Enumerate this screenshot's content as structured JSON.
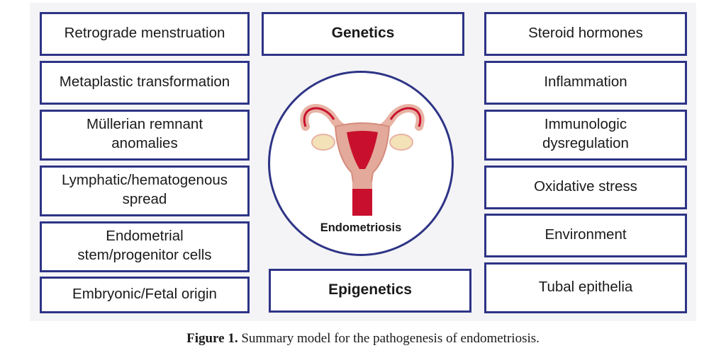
{
  "left_boxes": [
    "Retrograde menstruation",
    "Metaplastic transformation",
    "Müllerian remnant\nanomalies",
    "Lymphatic/hematogenous\nspread",
    "Endometrial\nstem/progenitor cells",
    "Embryonic/Fetal origin"
  ],
  "right_boxes": [
    "Steroid hormones",
    "Inflammation",
    "Immunologic\ndysregulation",
    "Oxidative stress",
    "Environment",
    "Tubal epithelia"
  ],
  "center": {
    "top": "Genetics",
    "bottom": "Epigenetics",
    "circle_label": "Endometriosis"
  },
  "caption": {
    "label": "Figure 1.",
    "text": " Summary model for the pathogenesis of endometriosis."
  },
  "colors": {
    "border": "#2e3486",
    "uterus_outer": "#e3a99a",
    "uterus_inner": "#c8102e"
  }
}
